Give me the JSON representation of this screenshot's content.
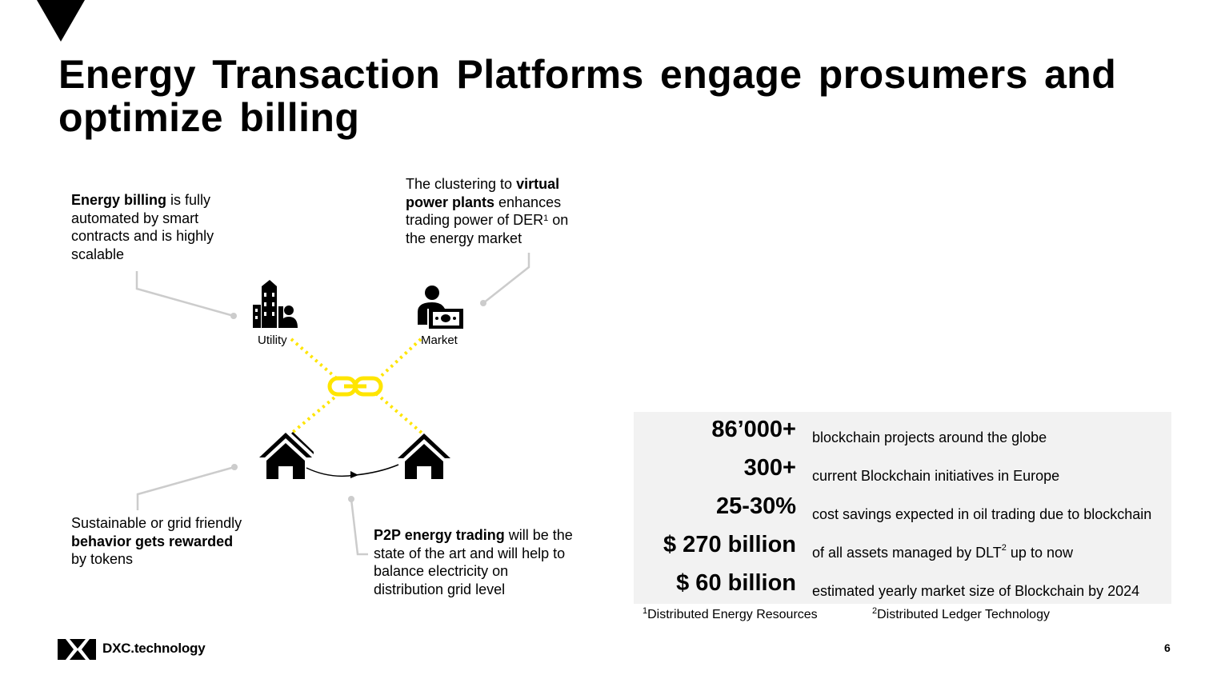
{
  "slide": {
    "title": "Energy Transaction Platforms engage prosumers and optimize billing",
    "page_number": "6"
  },
  "callouts": {
    "billing": {
      "bold": "Energy billing",
      "text": " is fully automated by smart contracts and is highly scalable"
    },
    "vpp": {
      "pre": "The clustering to ",
      "bold": "virtual power plants",
      "text": " enhances trading power of DER",
      "sup": "1",
      "post": " on the energy market"
    },
    "sustainable": {
      "pre": "Sustainable or grid friendly ",
      "bold": "behavior gets rewarded",
      "text": " by tokens"
    },
    "p2p": {
      "bold": "P2P energy trading",
      "text": " will be the state of the art and will help to balance electricity on distribution grid level"
    }
  },
  "diagram": {
    "utility_label": "Utility",
    "market_label": "Market",
    "icons": [
      "building-person-icon",
      "person-money-icon",
      "chain-link-icon",
      "house-icon",
      "house-icon"
    ],
    "link_color": "#ffe500"
  },
  "stats": [
    {
      "value": "86’000+",
      "desc": "blockchain projects around the globe",
      "sup": "",
      "desc_post": ""
    },
    {
      "value": "300+",
      "desc": "current Blockchain initiatives in Europe",
      "sup": "",
      "desc_post": ""
    },
    {
      "value": "25-30%",
      "desc": "cost savings expected in oil trading due to blockchain",
      "sup": "",
      "desc_post": ""
    },
    {
      "value": "$ 270 billion",
      "desc": "of all assets managed by DLT",
      "sup": "2",
      "desc_post": " up to now"
    },
    {
      "value": "$ 60 billion",
      "desc": "estimated yearly market size of Blockchain by 2024",
      "sup": "",
      "desc_post": ""
    }
  ],
  "footnotes": {
    "f1": {
      "sup": "1",
      "text": "Distributed Energy Resources"
    },
    "f2": {
      "sup": "2",
      "text": "Distributed Ledger Technology"
    }
  },
  "brand": {
    "logo_text": "DXC.technology",
    "logo_icon": "dxc-logo-icon"
  }
}
